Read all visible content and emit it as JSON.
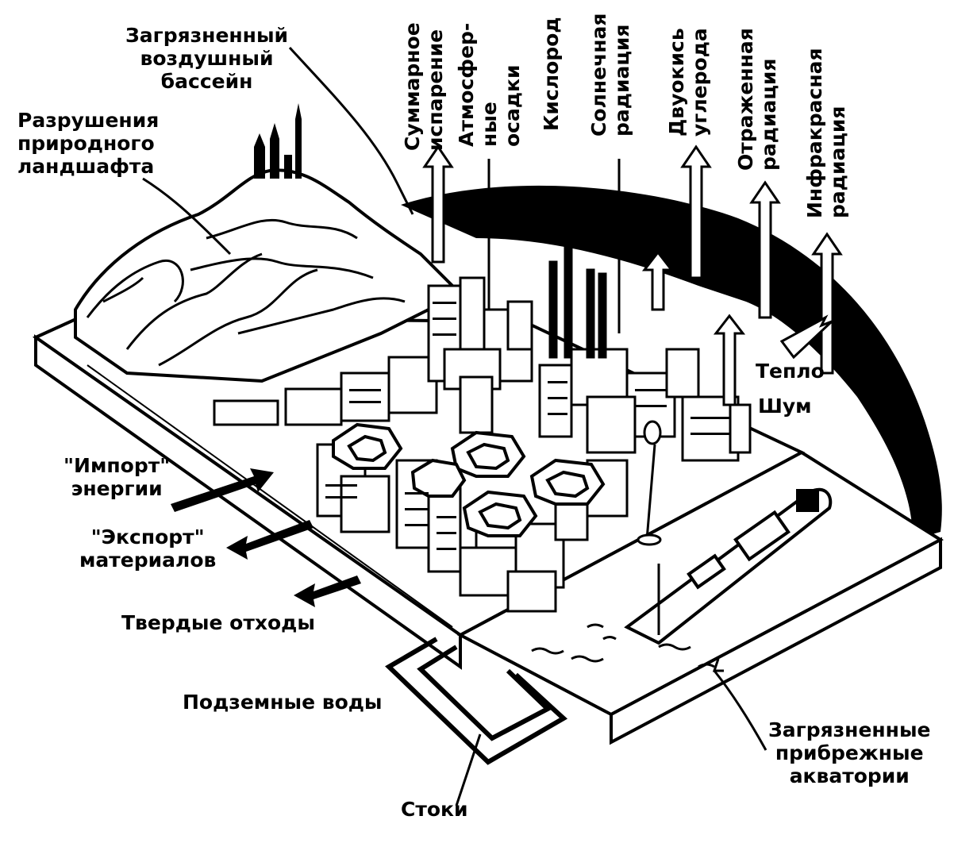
{
  "labels": {
    "polluted_air": "Загрязненный\nвоздушный\nбассейн",
    "landscape": "Разрушения\nприродного\nландшафта",
    "evaporation": "Суммарное\nиспарение",
    "precipitation": "Атмосфер-\nные\nосадки",
    "oxygen": "Кислород",
    "solar": "Солнечная\nрадиация",
    "co2": "Двуокись\nуглерода",
    "reflected": "Отраженная\nрадиация",
    "infrared": "Инфракрасная\nрадиация",
    "heat": "Тепло",
    "noise": "Шум",
    "energy_import": "\"Импорт\"\nэнергии",
    "materials_export": "\"Экспорт\"\nматериалов",
    "solid_waste": "Твердые отходы",
    "groundwater": "Подземные воды",
    "coastal": "Загрязненные\nприбрежные\nакватории",
    "sewage": "Стоки"
  },
  "colors": {
    "ink": "#000000",
    "paper": "#ffffff"
  }
}
